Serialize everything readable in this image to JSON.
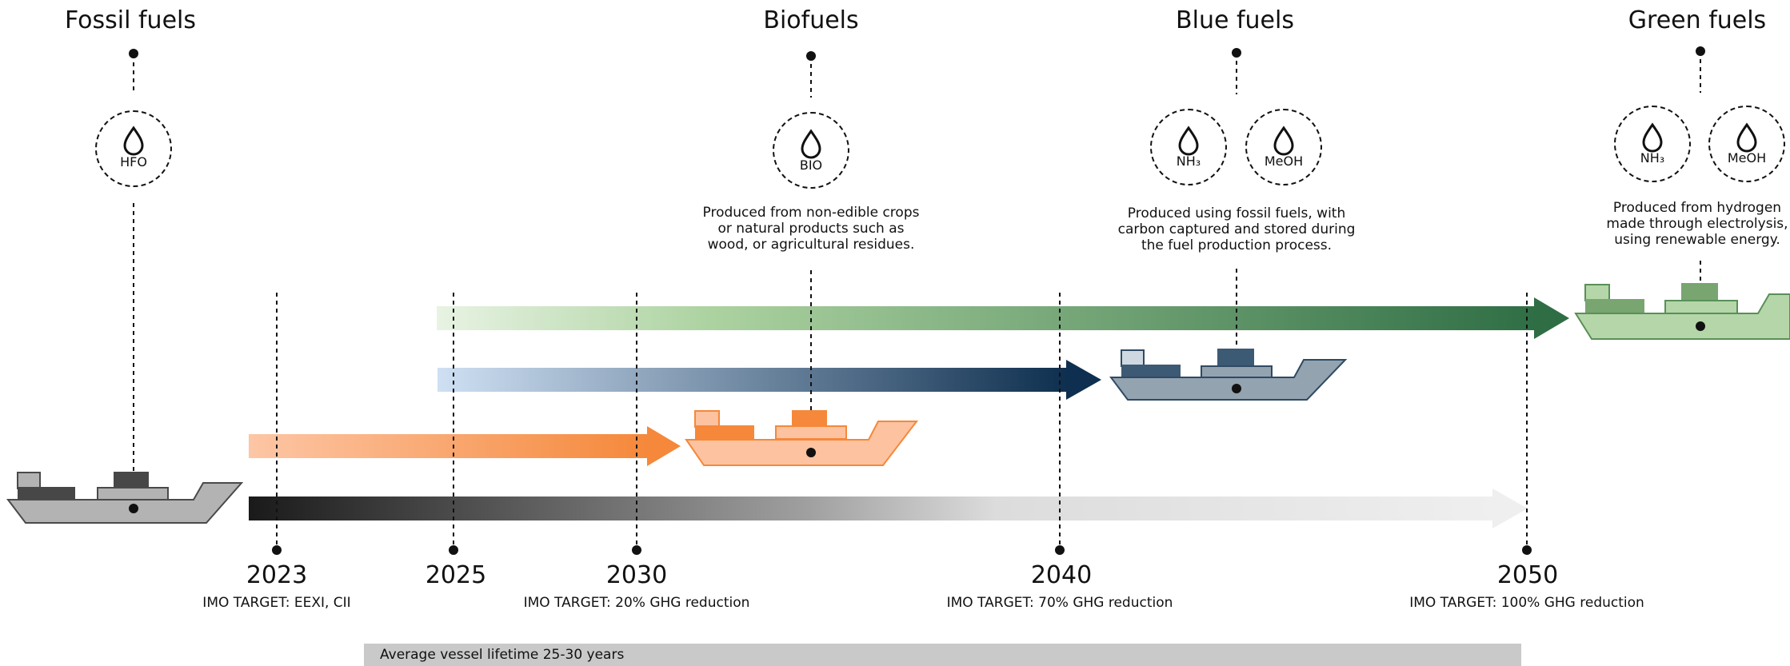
{
  "fuels": {
    "fossil": {
      "title": "Fossil fuels",
      "icon": "drop-icon",
      "badge": "HFO"
    },
    "bio": {
      "title": "Biofuels",
      "icon": "drop-icon",
      "badge": "BIO",
      "desc": [
        "Produced from non-edible crops",
        "or natural products such as",
        "wood, or agricultural residues."
      ]
    },
    "blue": {
      "title": "Blue fuels",
      "icon": "drop-icon",
      "badges": [
        "NH₃",
        "MeOH"
      ],
      "desc": [
        "Produced using fossil fuels, with",
        "carbon captured and stored during",
        "the fuel production process."
      ]
    },
    "green": {
      "title": "Green fuels",
      "icon": "drop-icon",
      "badges": [
        "NH₃",
        "MeOH"
      ],
      "desc": [
        "Produced from hydrogen",
        "made through electrolysis,",
        "using renewable energy."
      ]
    }
  },
  "timeline": [
    {
      "year": "2023",
      "target": "IMO TARGET: EEXI, CII"
    },
    {
      "year": "2025",
      "target": ""
    },
    {
      "year": "2030",
      "target": "IMO TARGET: 20% GHG reduction"
    },
    {
      "year": "2040",
      "target": "IMO TARGET: 70% GHG reduction"
    },
    {
      "year": "2050",
      "target": "IMO TARGET: 100% GHG reduction"
    }
  ],
  "lifetime_label": "Average vessel lifetime 25-30 years",
  "colors": {
    "fossil": "#1a1a1a",
    "bio": "#f5883a",
    "blue": "#0e2f4f",
    "green": "#2f6e45",
    "ship_fossil": "#b3b3b3",
    "ship_bio": "#fdc2a0",
    "ship_blue": "#93a3b0",
    "ship_green": "#b4d6a8"
  }
}
